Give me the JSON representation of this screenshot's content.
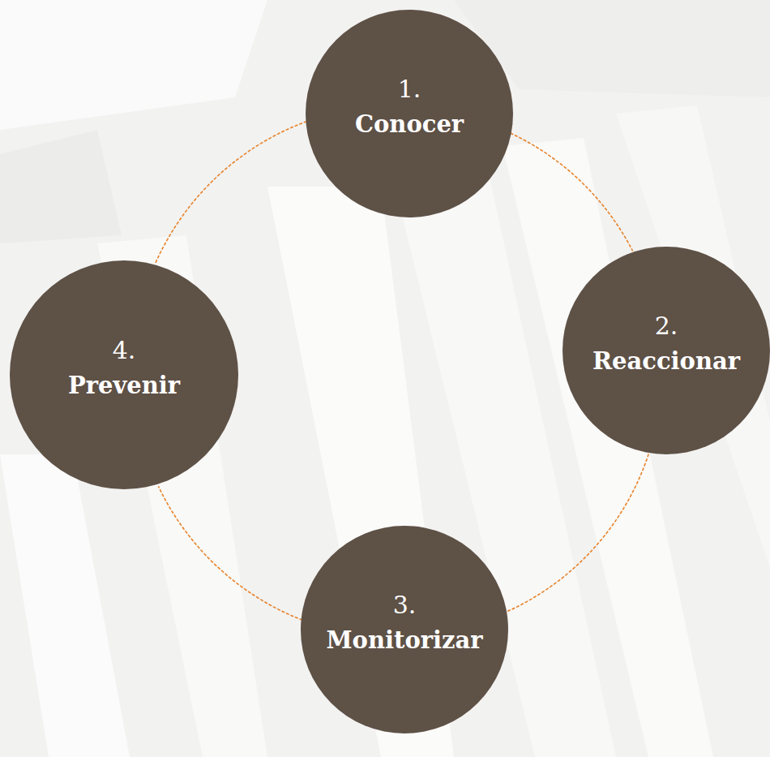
{
  "diagram": {
    "nodes": [
      {
        "text": [
          "1.",
          "Conocer"
        ]
      },
      {
        "text": [
          "2.",
          "Reaccionar"
        ]
      },
      {
        "text": [
          "3.",
          "Monitorizar"
        ]
      },
      {
        "text": [
          "4.",
          "Prevenir"
        ]
      }
    ],
    "edges": [
      {
        "from": 0,
        "to": 1,
        "arrow": "none"
      },
      {
        "from": 1,
        "to": 2,
        "arrow": "none"
      },
      {
        "from": 2,
        "to": 3,
        "arrow": "none"
      },
      {
        "from": 3,
        "to": 0,
        "arrow": "none"
      }
    ]
  }
}
